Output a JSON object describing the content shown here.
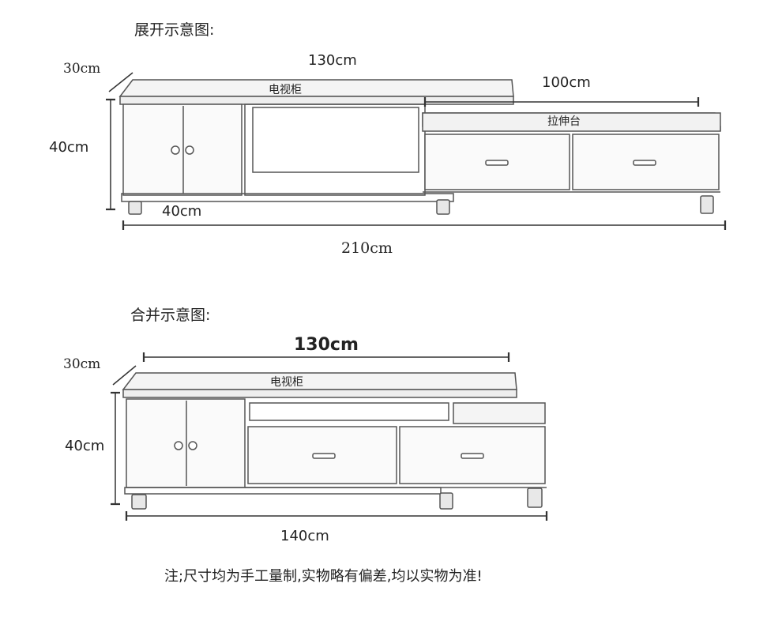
{
  "expanded": {
    "title": "展开示意图:",
    "depth": "30cm",
    "top_width": "130cm",
    "tv_cabinet": "电视柜",
    "extension_width": "100cm",
    "extension_label": "拉伸台",
    "height": "40cm",
    "door_width": "40cm",
    "total_width": "210cm"
  },
  "merged": {
    "title": "合并示意图:",
    "depth": "30cm",
    "top_width": "130cm",
    "tv_cabinet": "电视柜",
    "height": "40cm",
    "total_width": "140cm"
  },
  "note": "注;尺寸均为手工量制,实物略有偏差,均以实物为准!"
}
